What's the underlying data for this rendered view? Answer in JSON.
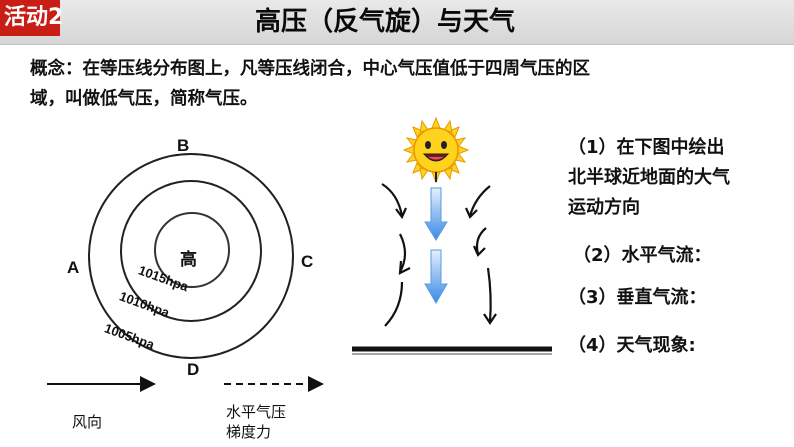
{
  "header": {
    "activity_tag": "活动2",
    "title": "高压（反气旋）与天气"
  },
  "concept": {
    "line1": "概念：在等压线分布图上，凡等压线闭合，中心气压值低于四周气压的区",
    "line2": "域，叫做低气压，简称气压。"
  },
  "isobar_diagram": {
    "center_label": "高",
    "points": [
      "A",
      "B",
      "C",
      "D"
    ],
    "isobars": [
      "1015hpa",
      "1010hpa",
      "1005hpa"
    ]
  },
  "legend": {
    "wind_direction": "风向",
    "gradient_force_line1": "水平气压",
    "gradient_force_line2": "梯度力"
  },
  "questions": {
    "q1_line1": "（1）在下图中绘出",
    "q1_line2": "北半球近地面的大气",
    "q1_line3": "运动方向",
    "q2": "（2）水平气流：",
    "q3": "（3）垂直气流：",
    "q4": "（4）天气现象:"
  },
  "colors": {
    "tag_red": "#c81e16",
    "sun_yellow": "#ffd21e",
    "arrow_blue": "#3a8ae6"
  },
  "icons": [
    "sun-icon",
    "descending-arrow-icon",
    "curved-arrow-icon"
  ]
}
